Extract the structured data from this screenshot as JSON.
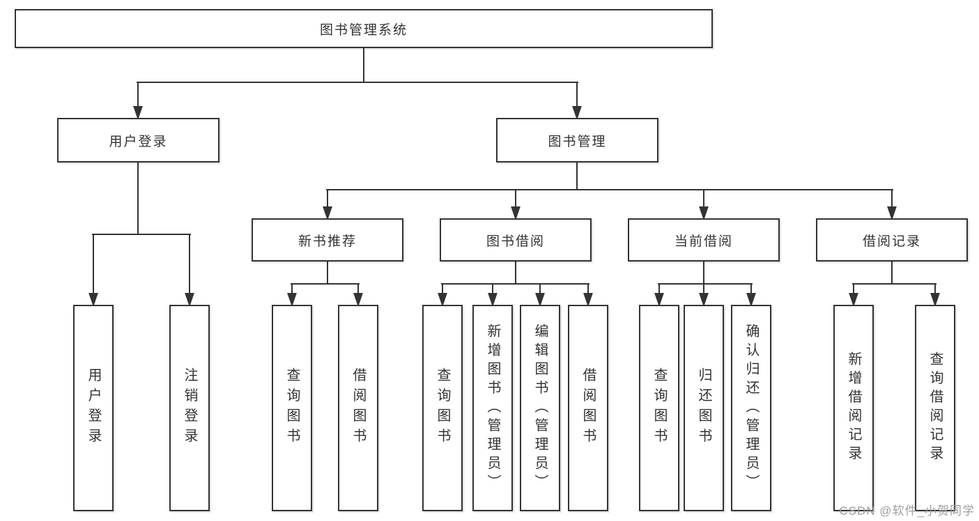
{
  "colors": {
    "line": "#333333",
    "text": "#333333",
    "background": "#ffffff",
    "watermark_gray": "#9e9e9e"
  },
  "watermark": {
    "text": "CSDN @软件_小贺同学"
  },
  "tree": {
    "label": "图书管理系统",
    "children": [
      {
        "label": "用户登录",
        "children": [
          {
            "label": "用户登录"
          },
          {
            "label": "注销登录"
          }
        ]
      },
      {
        "label": "图书管理",
        "children": [
          {
            "label": "新书推荐",
            "children": [
              {
                "label": "查询图书"
              },
              {
                "label": "借阅图书"
              }
            ]
          },
          {
            "label": "图书借阅",
            "children": [
              {
                "label": "查询图书"
              },
              {
                "label": "新增图书（管理员）"
              },
              {
                "label": "编辑图书（管理员）"
              },
              {
                "label": "借阅图书"
              }
            ]
          },
          {
            "label": "当前借阅",
            "children": [
              {
                "label": "查询图书"
              },
              {
                "label": "归还图书"
              },
              {
                "label": "确认归还（管理员）"
              }
            ]
          },
          {
            "label": "借阅记录",
            "children": [
              {
                "label": "新增借阅记录"
              },
              {
                "label": "查询借阅记录"
              }
            ]
          }
        ]
      }
    ]
  }
}
